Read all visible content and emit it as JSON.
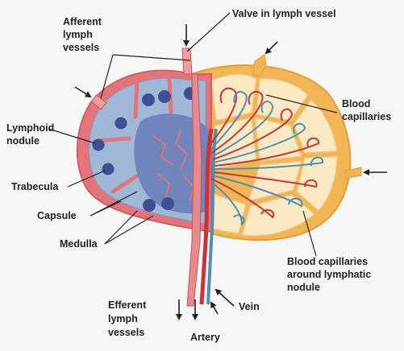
{
  "diagram": {
    "labels": {
      "afferent_line1": "Afferent",
      "afferent_line2": "lymph",
      "afferent_line3": "vessels",
      "valve": "Valve in lymph vessel",
      "blood_cap_line1": "Blood",
      "blood_cap_line2": "capillaries",
      "lymphoid_line1": "Lymphoid",
      "lymphoid_line2": "nodule",
      "trabecula": "Trabecula",
      "capsule": "Capsule",
      "medulla": "Medulla",
      "around_line1": "Blood capillaries",
      "around_line2": "around lymphatic",
      "around_line3": "nodule",
      "efferent_line1": "Efferent",
      "efferent_line2": "lymph",
      "efferent_line3": "vessels",
      "vein": "Vein",
      "artery": "Artery"
    },
    "colors": {
      "capsule": "#e2747a",
      "lymph_tissue": "#9fb8d8",
      "medulla": "#6f85bc",
      "nodule": "#3f4f96",
      "outer_yellow": "#f1b552",
      "inner_cream": "#fbe9c4",
      "artery": "#c9333a",
      "vein": "#4e8fb5",
      "text": "#222222"
    }
  }
}
